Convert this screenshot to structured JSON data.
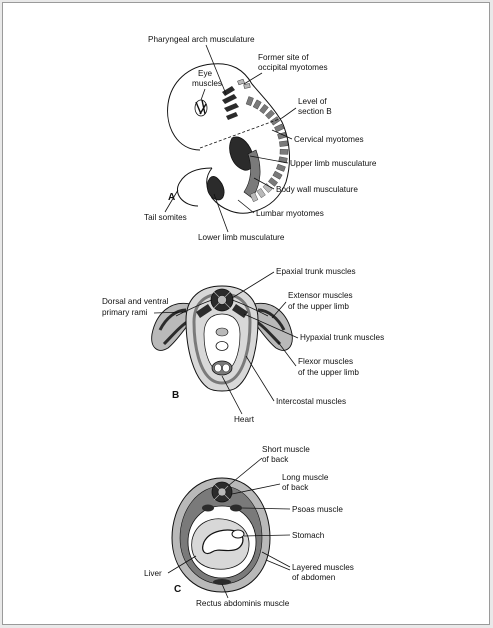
{
  "panels": {
    "a": {
      "letter": "A",
      "labels": {
        "pharyngeal": "Pharyngeal arch musculature",
        "former_site_1": "Former site of",
        "former_site_2": "occipital myotomes",
        "eye_1": "Eye",
        "eye_2": "muscles",
        "level_1": "Level of",
        "level_2": "section B",
        "cervical": "Cervical myotomes",
        "upper_limb": "Upper limb musculature",
        "body_wall": "Body wall musculature",
        "lumbar": "Lumbar myotomes",
        "tail": "Tail somites",
        "lower_limb": "Lower limb musculature"
      }
    },
    "b": {
      "letter": "B",
      "labels": {
        "epaxial": "Epaxial trunk muscles",
        "extensor_1": "Extensor muscles",
        "extensor_2": "of the upper limb",
        "dorsal_1": "Dorsal and ventral",
        "dorsal_2": "primary rami",
        "hypaxial": "Hypaxial trunk muscles",
        "flexor_1": "Flexor muscles",
        "flexor_2": "of the upper limb",
        "intercostal": "Intercostal muscles",
        "heart": "Heart"
      }
    },
    "c": {
      "letter": "C",
      "labels": {
        "short_1": "Short muscle",
        "short_2": "of back",
        "long_1": "Long muscle",
        "long_2": "of back",
        "psoas": "Psoas muscle",
        "stomach": "Stomach",
        "liver": "Liver",
        "layered_1": "Layered muscles",
        "layered_2": "of abdomen",
        "rectus": "Rectus abdominis muscle"
      }
    }
  },
  "colors": {
    "muscle_dark": "#2b2b2b",
    "muscle_mid": "#7a7a7a",
    "muscle_light": "#b9b9b9",
    "tissue": "#d8d8d8",
    "outline": "#111111"
  }
}
